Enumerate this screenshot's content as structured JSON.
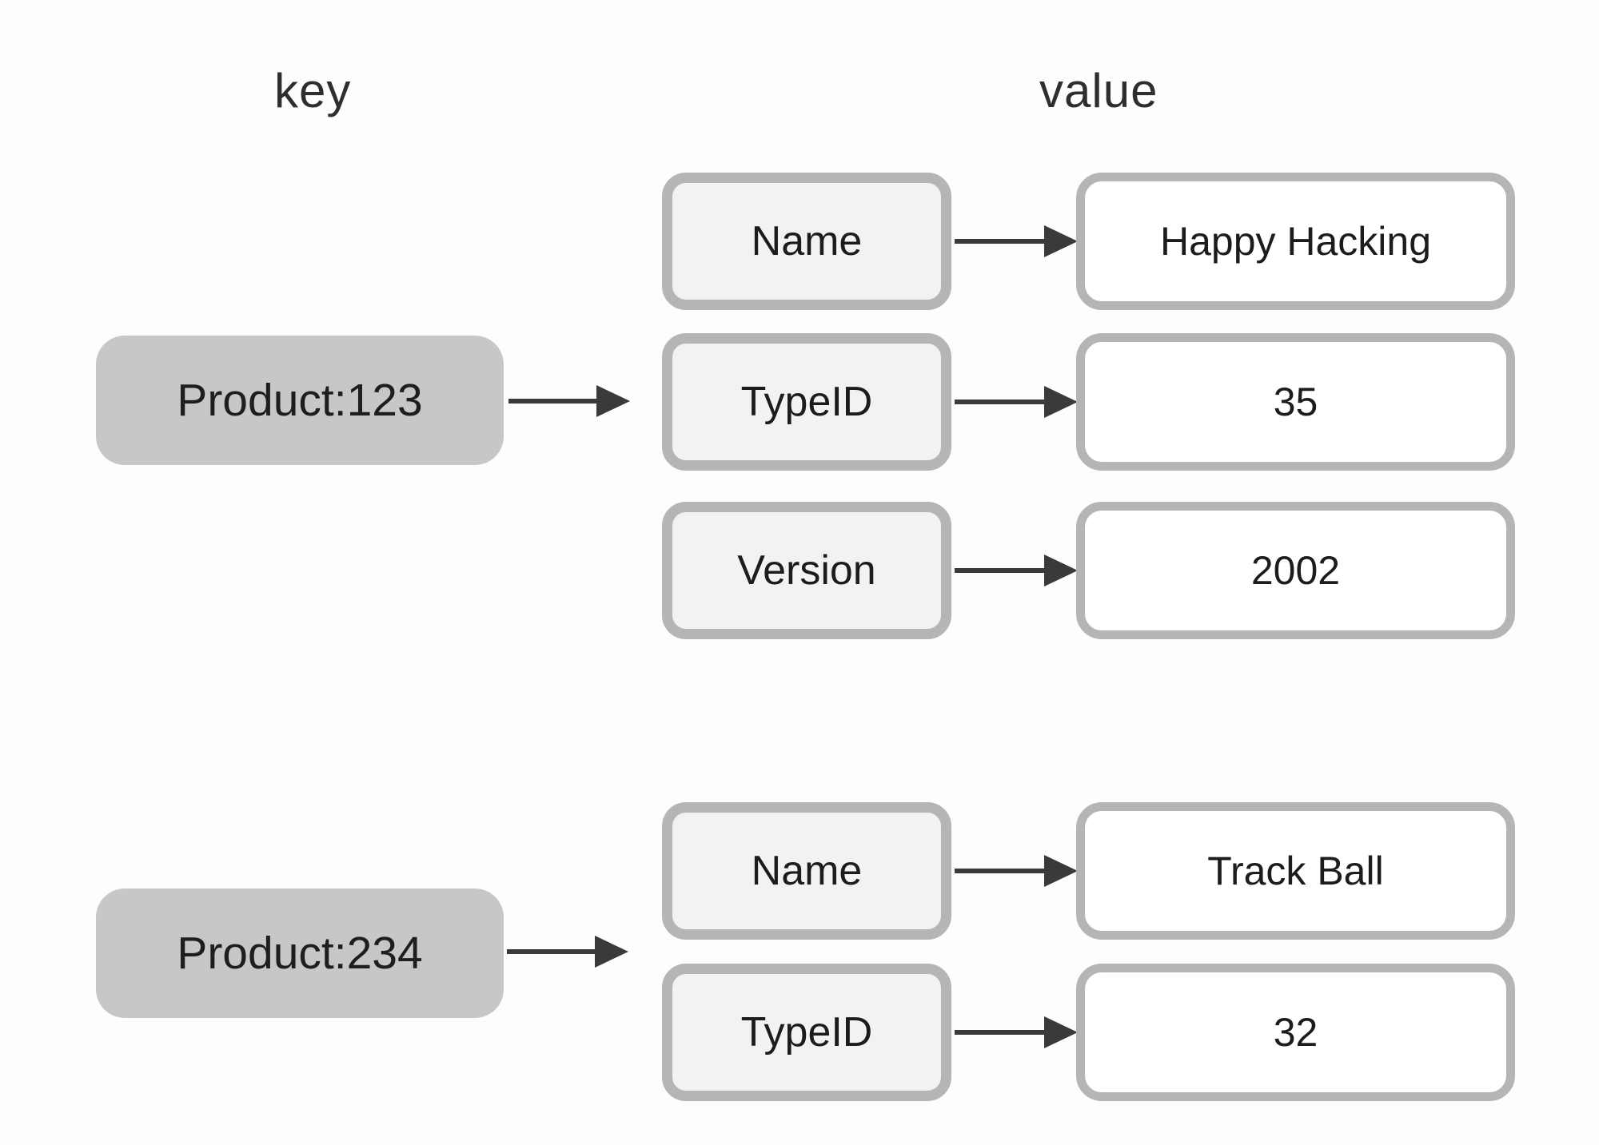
{
  "headers": {
    "key": "key",
    "value": "value"
  },
  "groups": [
    {
      "key": "Product:123",
      "fields": [
        {
          "field": "Name",
          "value": "Happy Hacking"
        },
        {
          "field": "TypeID",
          "value": "35"
        },
        {
          "field": "Version",
          "value": "2002"
        }
      ]
    },
    {
      "key": "Product:234",
      "fields": [
        {
          "field": "Name",
          "value": "Track Ball"
        },
        {
          "field": "TypeID",
          "value": "32"
        }
      ]
    }
  ],
  "colors": {
    "background": "#fdfdfd",
    "key_box_fill": "#c7c7c7",
    "field_box_fill": "#f2f2f2",
    "value_box_fill": "#ffffff",
    "box_border": "#b5b5b5",
    "arrow": "#3a3a3a",
    "text": "#1e1e1e"
  }
}
